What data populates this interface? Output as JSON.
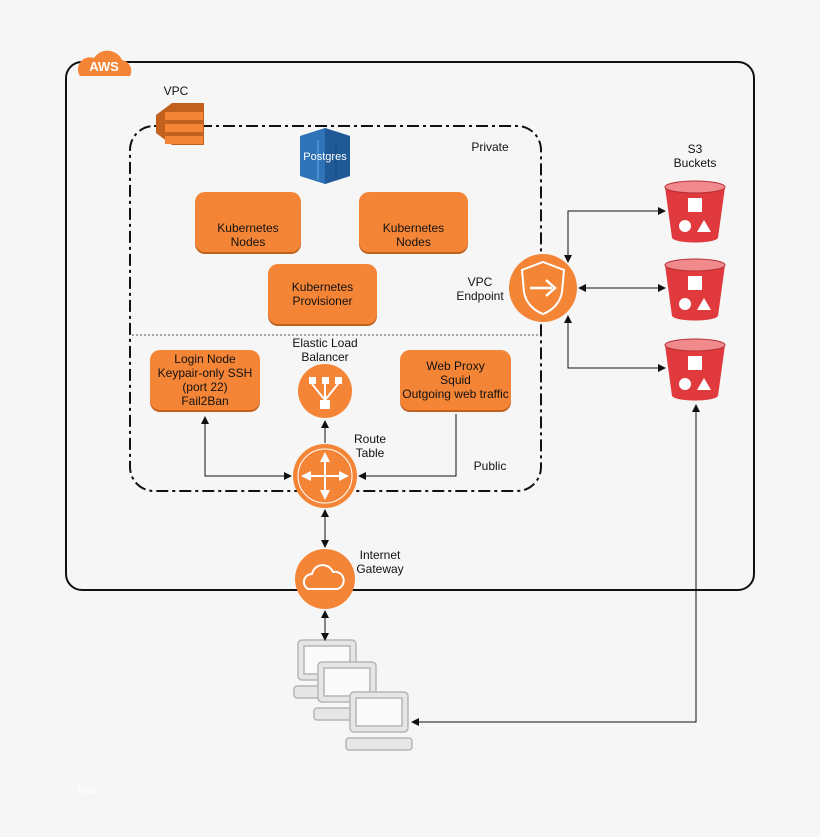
{
  "aws": {
    "badge": "AWS"
  },
  "vpc": {
    "label": "VPC"
  },
  "subnets": {
    "private": "Private",
    "public": "Public"
  },
  "postgres": {
    "label": "Postgres"
  },
  "k8s_nodes": [
    {
      "label": "Kubernetes\nNodes"
    },
    {
      "label": "Kubernetes\nNodes"
    }
  ],
  "k8s_provisioner": {
    "label": "Kubernetes\nProvisioner"
  },
  "login_node": {
    "label": "Login Node\nKeypair-only SSH\n(port 22)\nFail2Ban"
  },
  "elb": {
    "label": "Elastic Load\nBalancer"
  },
  "web_proxy": {
    "label": "Web Proxy\nSquid\nOutgoing web traffic"
  },
  "route_table": {
    "label": "Route\nTable"
  },
  "vpc_endpoint": {
    "label": "VPC\nEndpoint"
  },
  "s3": {
    "label": "S3\nBuckets"
  },
  "internet_gateway": {
    "label": "Internet\nGateway"
  },
  "footer": {
    "text": "Text"
  },
  "colors": {
    "orange": "#f58536",
    "s3_red": "#e0393e",
    "postgres_blue": "#2e73b8",
    "border": "#111111"
  }
}
